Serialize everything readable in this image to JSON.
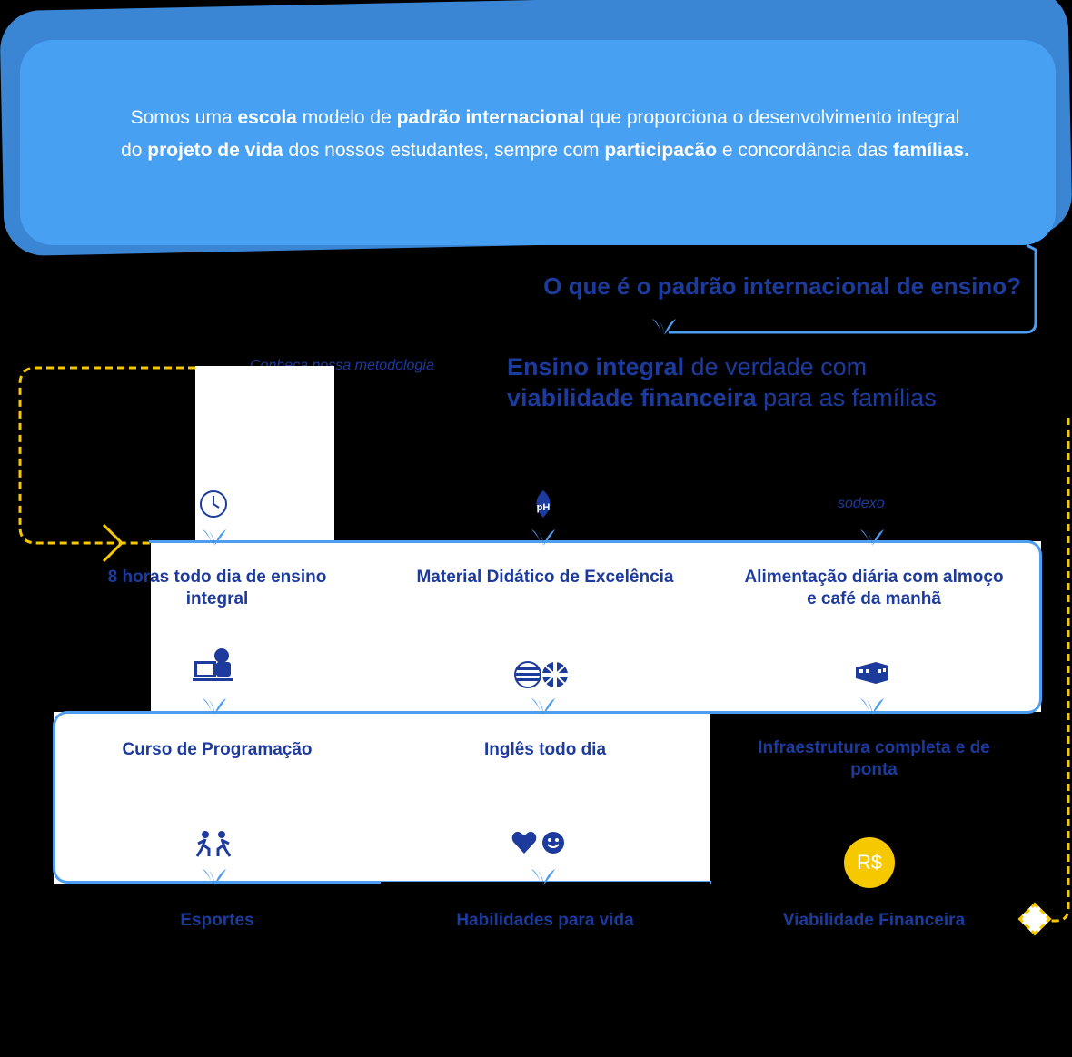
{
  "banner": {
    "line1": [
      {
        "t": "Somos uma ",
        "b": false
      },
      {
        "t": "escola",
        "b": true
      },
      {
        "t": " modelo de ",
        "b": false
      },
      {
        "t": "padrão internacional",
        "b": true
      },
      {
        "t": " que proporciona o desenvolvimento integral",
        "b": false
      }
    ],
    "line2": [
      {
        "t": "do ",
        "b": false
      },
      {
        "t": "projeto de vida",
        "b": true
      },
      {
        "t": " dos nossos estudantes, sempre com ",
        "b": false
      },
      {
        "t": "participacão",
        "b": true
      },
      {
        "t": " e concordância das ",
        "b": false
      },
      {
        "t": "famílias.",
        "b": true
      }
    ]
  },
  "question": "O que é o padrão internacional de ensino?",
  "methodology_link": "Conheça nossa metodologia",
  "subtitle": {
    "line1_bold": "Ensino integral",
    "line1_rest": " de verdade com",
    "line2_bold": "viabilidade financeira",
    "line2_rest": " para as famílias"
  },
  "features": [
    {
      "label": "8 horas todo dia de ensino integral",
      "icon": "clock-icon"
    },
    {
      "label": "Material Didático de Excelência",
      "icon": "publisher-logo-icon"
    },
    {
      "label": "Alimentação diária com almoço e café da manhã",
      "icon": "sodexo-logo-icon",
      "logo_text": "sodexo"
    },
    {
      "label": "Curso de Programação",
      "icon": "programmer-icon"
    },
    {
      "label": "Inglês todo dia",
      "icon": "us-uk-flags-icon"
    },
    {
      "label": "Infraestrutura completa e de ponta",
      "icon": "building-icon"
    },
    {
      "label": "Esportes",
      "icon": "sports-icon"
    },
    {
      "label": "Habilidades para vida",
      "icon": "heart-smile-icon"
    },
    {
      "label": "Viabilidade Financeira",
      "icon": "money-icon",
      "logo_text": "R$"
    }
  ],
  "colors": {
    "accent": "#48a0f2",
    "heading": "#1d3b9c",
    "line": "#4d9df0",
    "yellow": "#f5c800"
  }
}
